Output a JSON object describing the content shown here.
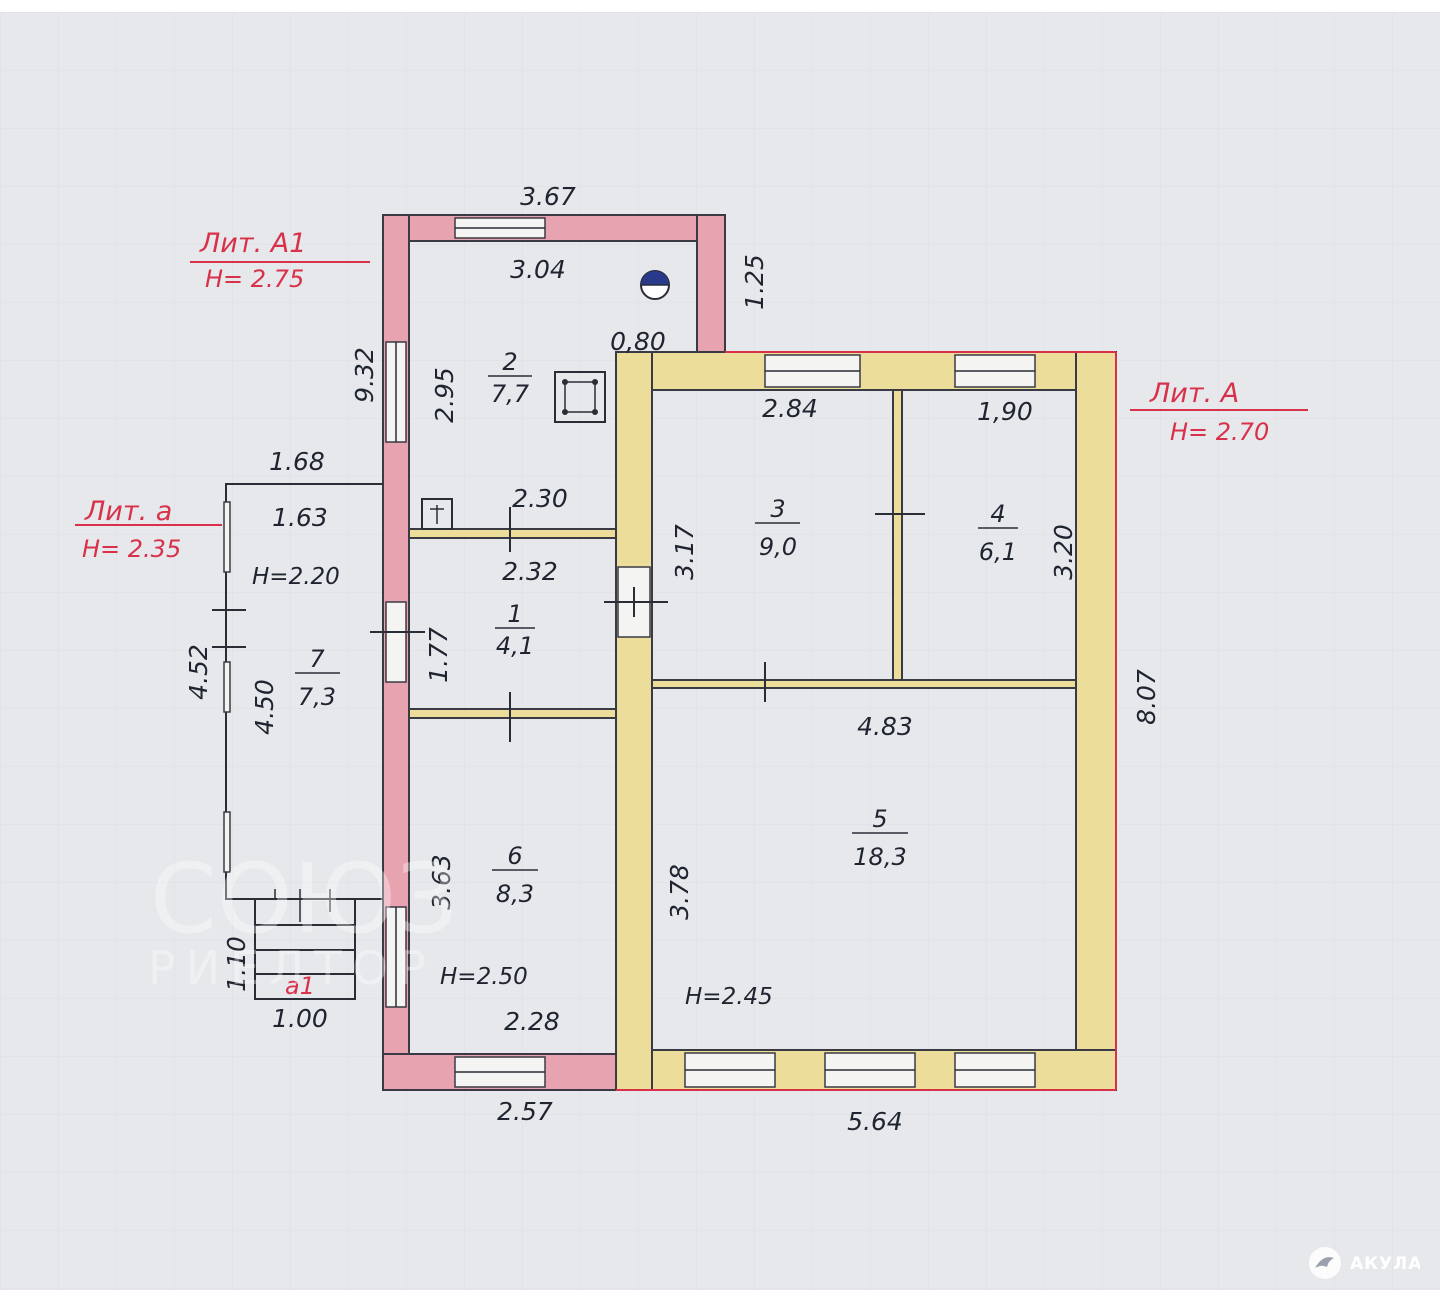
{
  "literals": {
    "lit_a1": {
      "title": "Лит. А1",
      "height": "Н= 2.75"
    },
    "lit_a": {
      "title": "Лит. А",
      "height": "Н= 2.70"
    },
    "lit_a_small": {
      "title": "Лит. а",
      "height": "Н= 2.35"
    },
    "porch": "а1"
  },
  "rooms": [
    {
      "num": "1",
      "area": "4,1"
    },
    {
      "num": "2",
      "area": "7,7"
    },
    {
      "num": "3",
      "area": "9,0"
    },
    {
      "num": "4",
      "area": "6,1"
    },
    {
      "num": "5",
      "area": "18,3"
    },
    {
      "num": "6",
      "area": "8,3"
    },
    {
      "num": "7",
      "area": "7,3"
    }
  ],
  "inner_heights": {
    "room7": "Н=2.20",
    "room6": "Н=2.50",
    "room5": "Н=2.45"
  },
  "dimensions": {
    "top_a1": "3.67",
    "inner_a1": "3.04",
    "side_a1": "1.25",
    "niche": "0,80",
    "left_a1": "9.32",
    "room2_height": "2.95",
    "room3_width": "2.84",
    "room4_width": "1,90",
    "room7_width_outer": "1.68",
    "room7_width_inner": "1.63",
    "room2_bottom": "2.30",
    "room1_width": "2.32",
    "room3_height": "3.17",
    "room4_height": "3.20",
    "total_right": "8.07",
    "room1_height": "1.77",
    "room7_outer": "4.52",
    "room7_inner": "4.50",
    "room5_width": "4.83",
    "room6_height": "3.63",
    "room5_height": "3.78",
    "porch_height": "1.10",
    "porch_width": "1.00",
    "room6_width": "2.28",
    "bottom_a1": "2.57",
    "bottom_a": "5.64"
  },
  "watermark": {
    "main": "СОЮЗ",
    "sub": "РИЕЛТОР"
  },
  "brand": {
    "name": "АКУЛА"
  },
  "colors": {
    "lit_a1_walls": "#e8a3b1",
    "lit_a_walls": "#ecde9a",
    "red_ink": "#d8324a",
    "paper": "#e7e8ec"
  }
}
